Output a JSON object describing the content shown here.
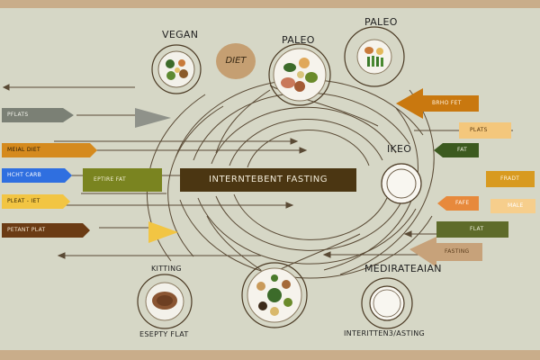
{
  "title_diet": "DIET",
  "center_label": "INTERNTEBENT FASTING",
  "circle_labels": {
    "vegan": "VEGAN",
    "paleo_center": "PALEO",
    "paleo_right": "PALEO",
    "ikeo": "IKEO",
    "kitting": "KITTING",
    "mediterranean": "MEDIRATEAIAN",
    "esepty_flat": "ESEPTY FLAT",
    "interittent": "INTERITTEN3/ASTING"
  },
  "left_tags": [
    {
      "label": "PFLATS",
      "color": "#7b8075",
      "text_color": "#f2f2ea"
    },
    {
      "label": "MEIAL DIET",
      "color": "#d58a1e",
      "text_color": "#2a1b05"
    },
    {
      "label": "HCHT CARB",
      "color": "#2f6fe0",
      "text_color": "#ffffff"
    },
    {
      "label": "PLEAT - IET",
      "color": "#f2c543",
      "text_color": "#3a2a05"
    },
    {
      "label": "PETANT PLAT",
      "color": "#6b3b14",
      "text_color": "#f6e8d2"
    }
  ],
  "mid_tags": [
    {
      "label": "EPTIRE FAT",
      "color": "#7a8420",
      "text_color": "#f4f1d8"
    }
  ],
  "right_tags": [
    {
      "label": "BRHO FET",
      "color": "#c9780f",
      "text_color": "#fff3df"
    },
    {
      "label": "PLATS",
      "color": "#f4c77c",
      "text_color": "#5b3a10"
    },
    {
      "label": "FAT",
      "color": "#3c5a1f",
      "text_color": "#f1f1e0"
    },
    {
      "label": "FRADT",
      "color": "#d89a20",
      "text_color": "#fff4dd"
    },
    {
      "label": "FAFE",
      "color": "#e7893c",
      "text_color": "#fff4e8"
    },
    {
      "label": "MALE",
      "color": "#f6ce8c",
      "text_color": "#ffffff"
    },
    {
      "label": "FLAT",
      "color": "#5e6b2a",
      "text_color": "#eef0dc"
    },
    {
      "label": "FASTING",
      "color": "#c7a27a",
      "text_color": "#5a3c1c"
    }
  ],
  "colors": {
    "background": "#d6d7c6",
    "frame": "#c9ad8a",
    "line": "#5a4a35",
    "center_box": "#4b3612"
  }
}
